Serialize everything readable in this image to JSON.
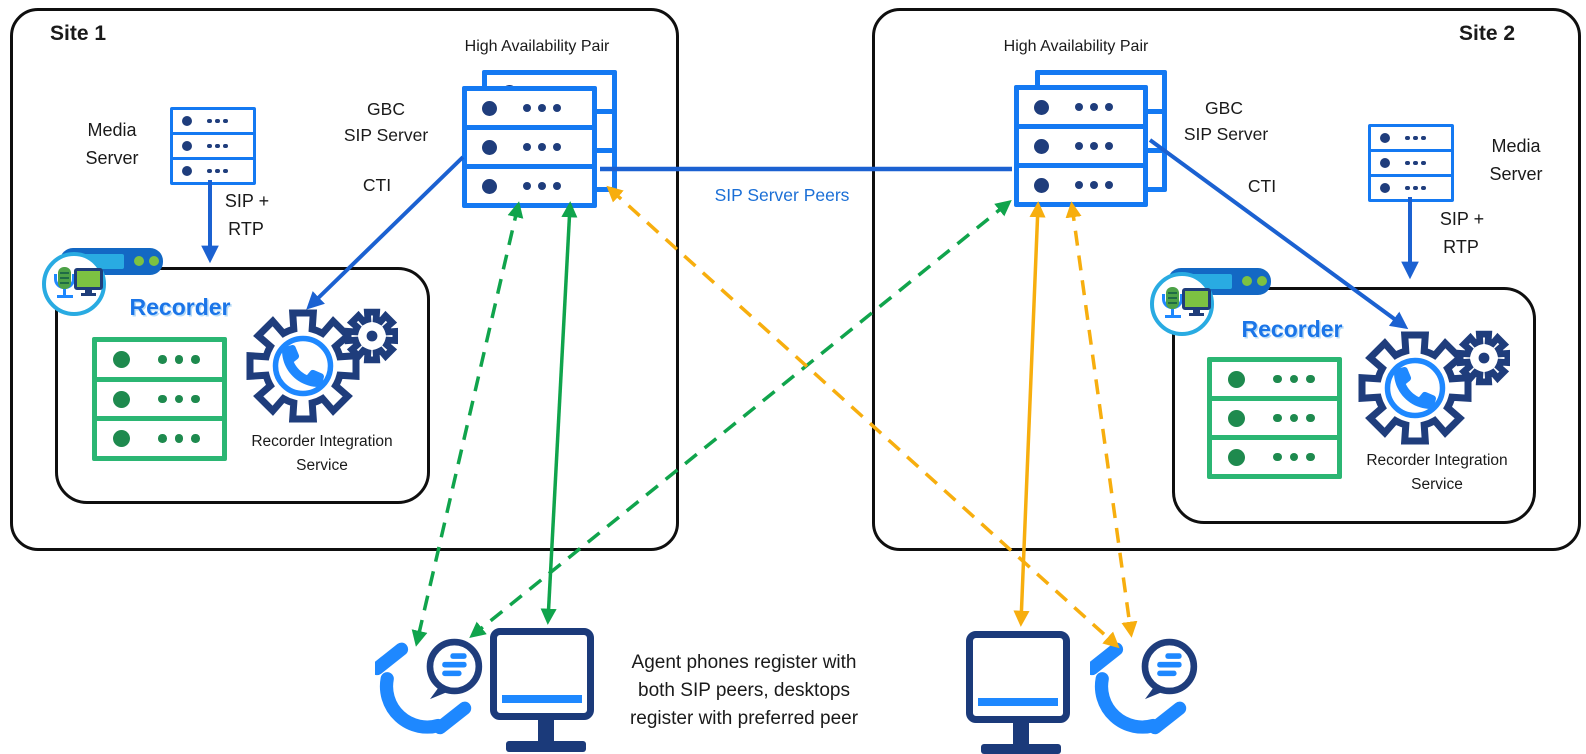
{
  "diagram": {
    "site1": {
      "title": "Site 1",
      "ha_label": "High Availability Pair",
      "server_label_line1": "GBC",
      "server_label_line2": "SIP Server",
      "cti_label": "CTI",
      "media_label_line1": "Media",
      "media_label_line2": "Server",
      "sip_rtp_line1": "SIP +",
      "sip_rtp_line2": "RTP",
      "recorder_title": "Recorder",
      "ris_line1": "Recorder Integration",
      "ris_line2": "Service"
    },
    "site2": {
      "title": "Site 2",
      "ha_label": "High Availability Pair",
      "server_label_line1": "GBC",
      "server_label_line2": "SIP Server",
      "cti_label": "CTI",
      "media_label_line1": "Media",
      "media_label_line2": "Server",
      "sip_rtp_line1": "SIP +",
      "sip_rtp_line2": "RTP",
      "recorder_title": "Recorder",
      "ris_line1": "Recorder Integration",
      "ris_line2": "Service"
    },
    "sip_peers_label": "SIP Server Peers",
    "note_line1": "Agent phones register with",
    "note_line2": "both SIP peers, desktops",
    "note_line3": "register with preferred peer"
  },
  "colors": {
    "stack_blue": "#1479F2",
    "navy": "#1F3D7C",
    "connector_blue": "#1B61D1",
    "peers_label_blue": "#1B6FD6",
    "recorder_green": "#2BB673",
    "recorder_green_dark": "#1E8A4E",
    "arrow_green": "#10A44C",
    "arrow_orange": "#F7AE0E",
    "recorder_title_blue": "#1B75E8",
    "phone_blue": "#1E88FF",
    "badge_cyan": "#29ABE2",
    "badge_bar_blue": "#1368C4",
    "lime_green": "#7DC242",
    "mic_green": "#4CA147",
    "monitor_navy": "#1B3A7A"
  }
}
